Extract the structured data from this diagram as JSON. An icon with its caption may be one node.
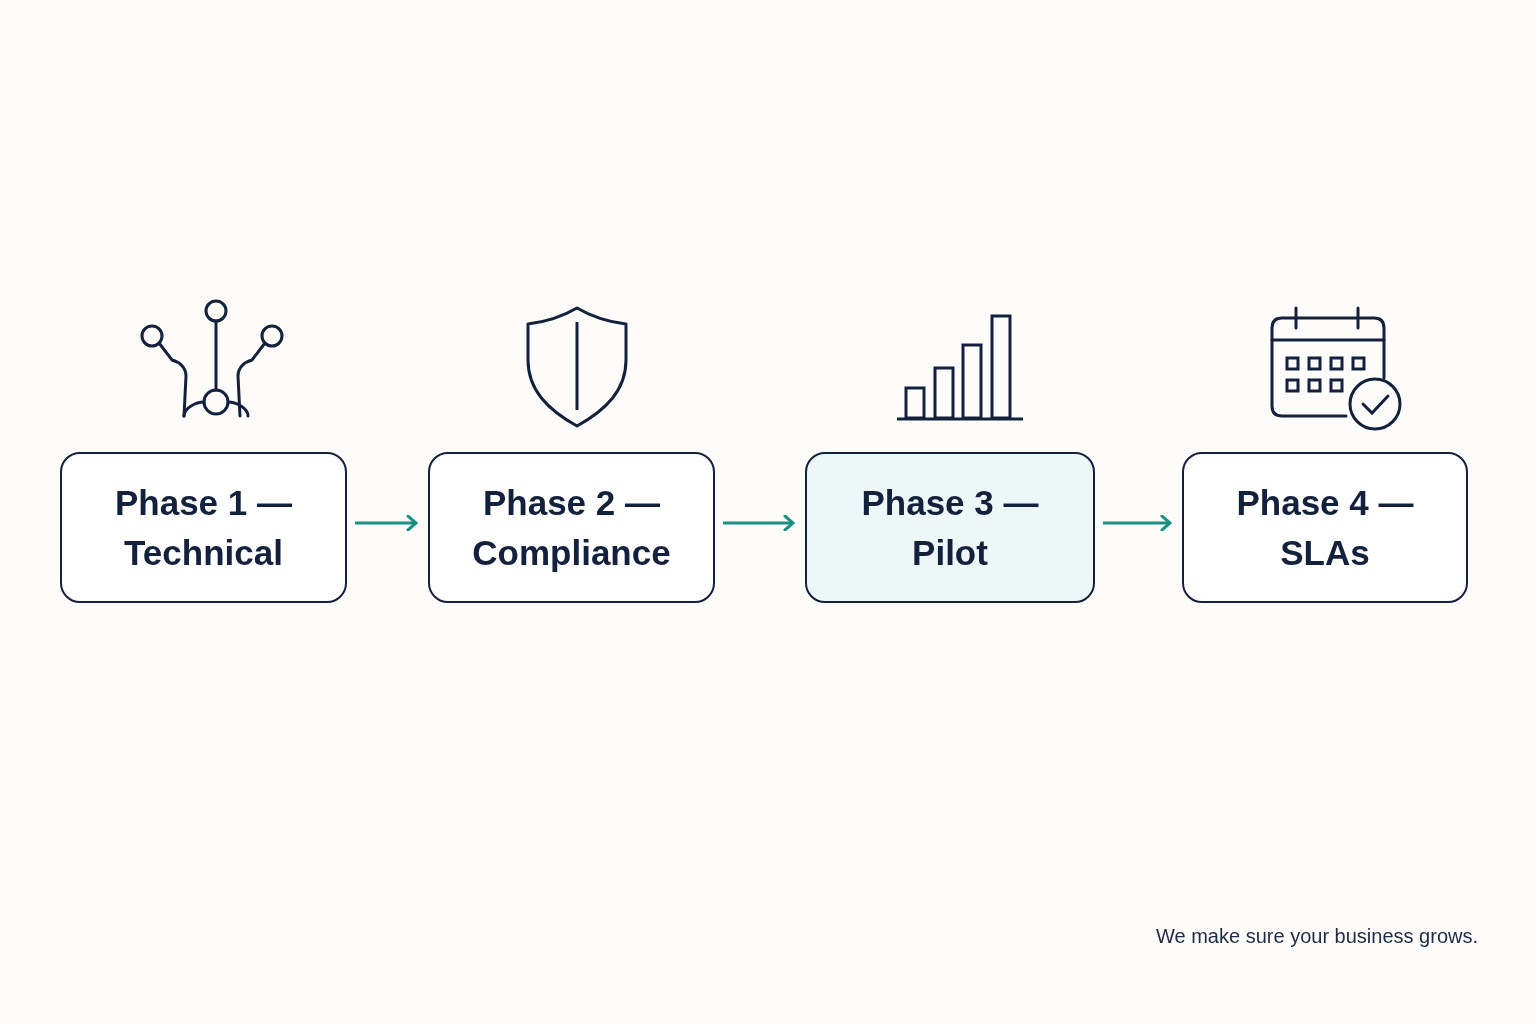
{
  "diagram": {
    "nodes": [
      {
        "text": [
          "Phase 1 — Technical"
        ]
      },
      {
        "text": [
          "Phase 2 — Compliance"
        ]
      },
      {
        "text": [
          "Phase 3 — Pilot"
        ]
      },
      {
        "text": [
          "Phase 4 — SLAs"
        ]
      }
    ],
    "edges": [
      {
        "from": 0,
        "to": 1,
        "arrow": "to"
      },
      {
        "from": 1,
        "to": 2,
        "arrow": "to"
      },
      {
        "from": 2,
        "to": 3,
        "arrow": "to"
      }
    ],
    "labels": [
      "We make sure your business grows."
    ]
  }
}
